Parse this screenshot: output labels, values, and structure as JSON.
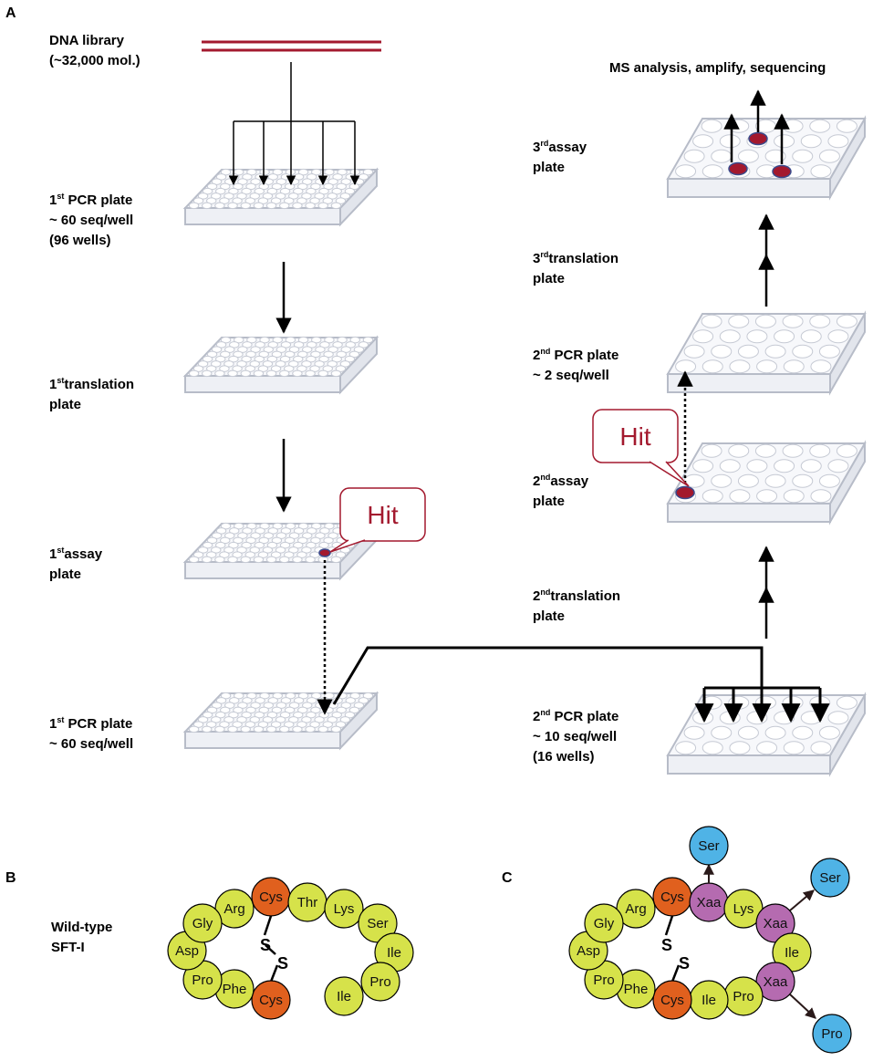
{
  "panels": {
    "a": "A",
    "b": "B",
    "c": "C"
  },
  "labels": {
    "dna_library": [
      "DNA library",
      "(~32,000 mol.)"
    ],
    "pcr1_top": {
      "num": "1",
      "sup": "st",
      "rest": "PCR plate",
      "l2": "~ 60 seq/well",
      "l3": "(96 wells)"
    },
    "translation1": {
      "num": "1",
      "sup": "st",
      "rest": "translation",
      "l2": "plate"
    },
    "assay1": {
      "num": "1",
      "sup": "st",
      "rest": "assay",
      "l2": "plate"
    },
    "pcr1_bottom": {
      "num": "1",
      "sup": "st",
      "rest": "PCR plate",
      "l2": "~ 60 seq/well"
    },
    "ms_analysis": "MS analysis, amplify, sequencing",
    "assay3": {
      "num": "3",
      "sup": "rd",
      "rest": "assay",
      "l2": "plate"
    },
    "translation3": {
      "num": "3",
      "sup": "rd",
      "rest": "translation",
      "l2": "plate"
    },
    "pcr2_top": {
      "num": "2",
      "sup": "nd",
      "rest": "PCR plate",
      "l2": "~ 2 seq/well"
    },
    "assay2": {
      "num": "2",
      "sup": "nd",
      "rest": "assay",
      "l2": "plate"
    },
    "translation2": {
      "num": "2",
      "sup": "nd",
      "rest": "translation",
      "l2": "plate"
    },
    "pcr2_bottom": {
      "num": "2",
      "sup": "nd",
      "rest": "PCR plate",
      "l2": "~ 10 seq/well",
      "l3": "(16 wells)"
    },
    "hit": "Hit",
    "wild_type": [
      "Wild-type",
      "SFT-I"
    ],
    "disulfide_s": "S"
  },
  "colors": {
    "dna": "#a3192e",
    "hit_well": "#a3192e",
    "hit_well_ring": "#3a4a8c",
    "callout_border": "#a3192e",
    "callout_text": "#a3192e",
    "residue_yellow": "#d6e24a",
    "residue_orange": "#e0601e",
    "residue_purple": "#b56bb0",
    "residue_blue": "#4fb3e6"
  },
  "peptide_b": {
    "residues": [
      "Arg",
      "Cys",
      "Thr",
      "Lys",
      "Ser",
      "Ile",
      "Pro",
      "Ile",
      "Cys",
      "Phe",
      "Pro",
      "Asp",
      "Gly"
    ]
  },
  "peptide_c": {
    "residues": [
      "Arg",
      "Cys",
      "Xaa",
      "Lys",
      "Xaa",
      "Ile",
      "Xaa",
      "Pro",
      "Ile",
      "Cys",
      "Phe",
      "Pro",
      "Asp",
      "Gly"
    ],
    "substitutions": [
      "Ser",
      "Ser",
      "Pro"
    ]
  }
}
